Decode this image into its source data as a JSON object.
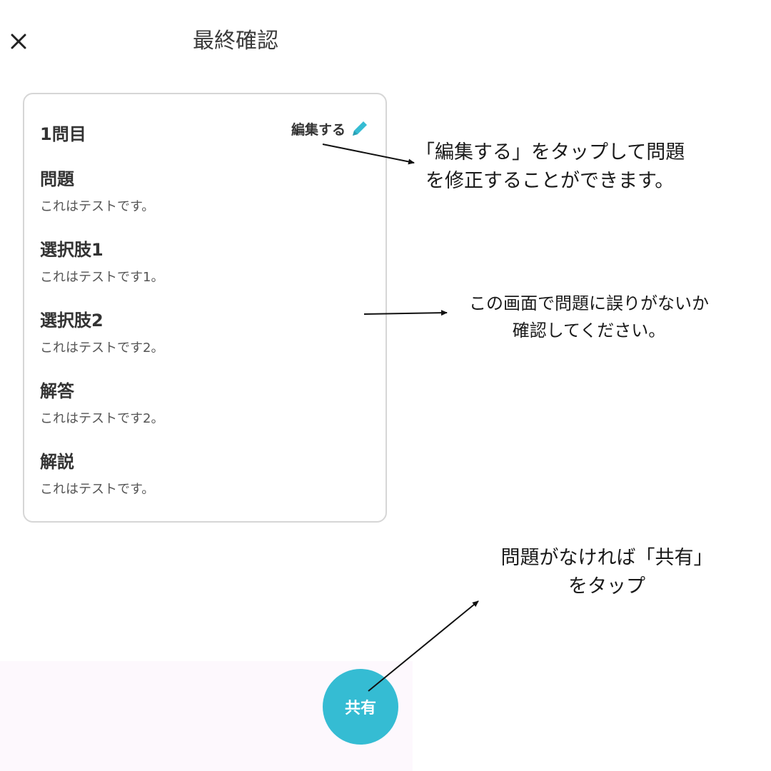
{
  "header": {
    "close_icon": "close-icon",
    "title": "最終確認"
  },
  "card": {
    "question_number": "1問目",
    "edit_label": "編集する",
    "edit_icon": "pencil-icon",
    "edit_icon_color": "#35bcd3",
    "sections": [
      {
        "title": "問題",
        "body": "これはテストです。"
      },
      {
        "title": "選択肢1",
        "body": "これはテストです1。"
      },
      {
        "title": "選択肢2",
        "body": "これはテストです2。"
      },
      {
        "title": "解答",
        "body": "これはテストです2。"
      },
      {
        "title": "解説",
        "body": "これはテストです。"
      }
    ]
  },
  "annotations": {
    "edit_note_line1": "「編集する」をタップして問題",
    "edit_note_line2": "を修正することができます。",
    "check_note_line1": "この画面で問題に誤りがないか",
    "check_note_line2": "確認してください。",
    "share_note_line1": "問題がなければ「共有」",
    "share_note_line2": "をタップ"
  },
  "share_button": {
    "label": "共有",
    "color": "#35bcd3"
  },
  "colors": {
    "accent": "#35bcd3",
    "bottom_bar": "#fdf8fd"
  }
}
